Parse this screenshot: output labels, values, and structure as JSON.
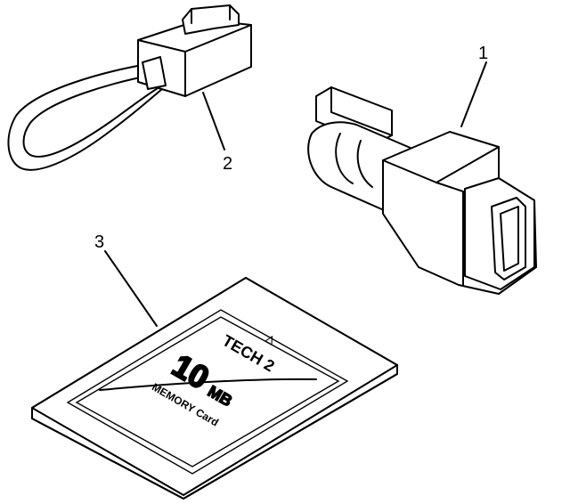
{
  "callouts": [
    {
      "id": "1",
      "text": "1"
    },
    {
      "id": "2",
      "text": "2"
    },
    {
      "id": "3",
      "text": "3"
    }
  ],
  "memory_card": {
    "brand": "TECH 2",
    "capacity_number": "10",
    "capacity_unit": "MB",
    "label": "MEMORY Card",
    "symbol": "△"
  }
}
